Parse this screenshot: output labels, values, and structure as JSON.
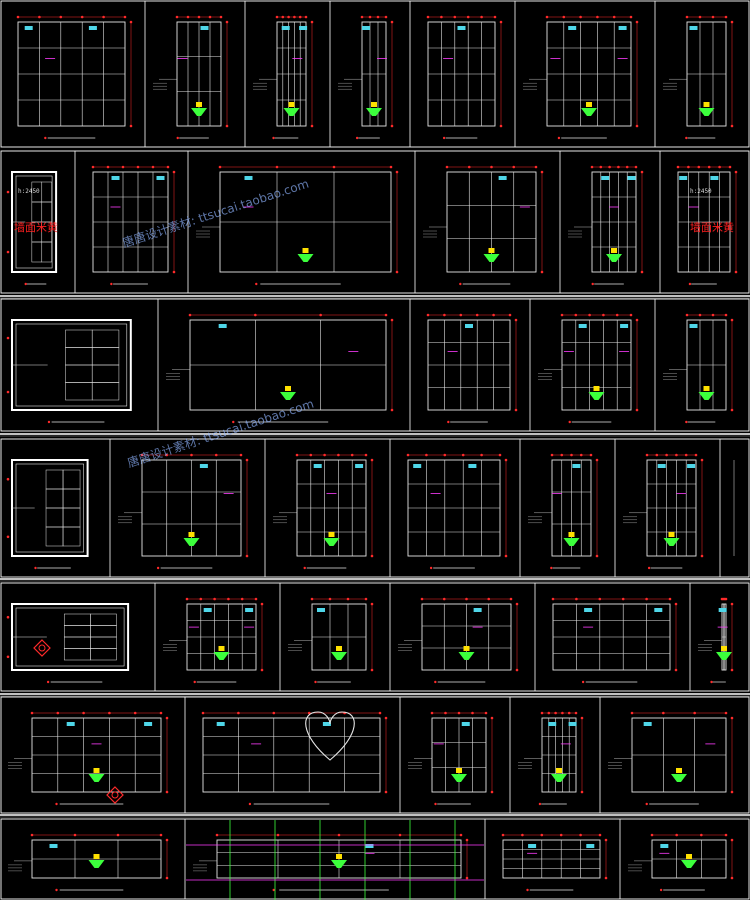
{
  "drawing": {
    "colors": {
      "background": "#000000",
      "frame": "#ffffff",
      "line": "#e6e6e6",
      "dimension": "#ff2a2a",
      "accent_cyan": "#4fd6e8",
      "accent_green": "#3cff3c",
      "accent_yellow": "#ffe100",
      "accent_magenta": "#ff3cff",
      "watermark": "#7a8ec8"
    },
    "labels": {
      "floor_plan_title_left": "墙面米黄",
      "floor_plan_title_right": "墙面米黄",
      "level_left": "h:2450",
      "level_right": "h:2450"
    },
    "watermarks": [
      "唐唐设计素材: ttsucai.taobao.com",
      "唐唐设计素材: ttsucai.taobao.com"
    ]
  }
}
